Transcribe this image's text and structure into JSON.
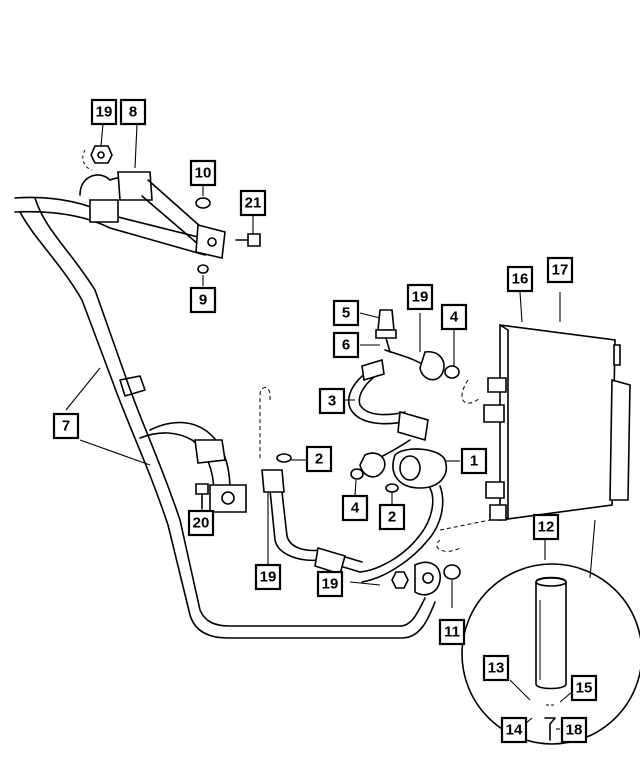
{
  "callouts": [
    {
      "id": "c1",
      "label": "1"
    },
    {
      "id": "c2a",
      "label": "2"
    },
    {
      "id": "c2b",
      "label": "2"
    },
    {
      "id": "c3",
      "label": "3"
    },
    {
      "id": "c4a",
      "label": "4"
    },
    {
      "id": "c4b",
      "label": "4"
    },
    {
      "id": "c5",
      "label": "5"
    },
    {
      "id": "c6",
      "label": "6"
    },
    {
      "id": "c7",
      "label": "7"
    },
    {
      "id": "c8",
      "label": "8"
    },
    {
      "id": "c9",
      "label": "9"
    },
    {
      "id": "c10",
      "label": "10"
    },
    {
      "id": "c11",
      "label": "11"
    },
    {
      "id": "c12",
      "label": "12"
    },
    {
      "id": "c13",
      "label": "13"
    },
    {
      "id": "c14",
      "label": "14"
    },
    {
      "id": "c15",
      "label": "15"
    },
    {
      "id": "c16",
      "label": "16"
    },
    {
      "id": "c17",
      "label": "17"
    },
    {
      "id": "c18",
      "label": "18"
    },
    {
      "id": "c19a",
      "label": "19"
    },
    {
      "id": "c19b",
      "label": "19"
    },
    {
      "id": "c19c",
      "label": "19"
    },
    {
      "id": "c19d",
      "label": "19"
    },
    {
      "id": "c20",
      "label": "20"
    },
    {
      "id": "c21",
      "label": "21"
    }
  ]
}
